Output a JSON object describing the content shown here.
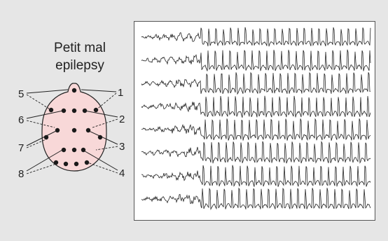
{
  "title_lines": [
    "Petit mal",
    "epilepsy"
  ],
  "electrode_labels": [
    {
      "id": "5",
      "text": "5"
    },
    {
      "id": "6",
      "text": "6"
    },
    {
      "id": "7",
      "text": "7"
    },
    {
      "id": "8",
      "text": "8"
    },
    {
      "id": "1",
      "text": "1"
    },
    {
      "id": "2",
      "text": "2"
    },
    {
      "id": "3",
      "text": "3"
    },
    {
      "id": "4",
      "text": "4"
    }
  ],
  "colors": {
    "background": "#e6e6e6",
    "scalp_fill": "#f8d8d8",
    "scalp_stroke": "#222222",
    "electrode": "#1a1a1a",
    "trace": "#222222",
    "eeg_panel": "#ffffff"
  },
  "eeg": {
    "channel_count": 8,
    "pattern": "3 Hz spike-and-wave discharges"
  }
}
